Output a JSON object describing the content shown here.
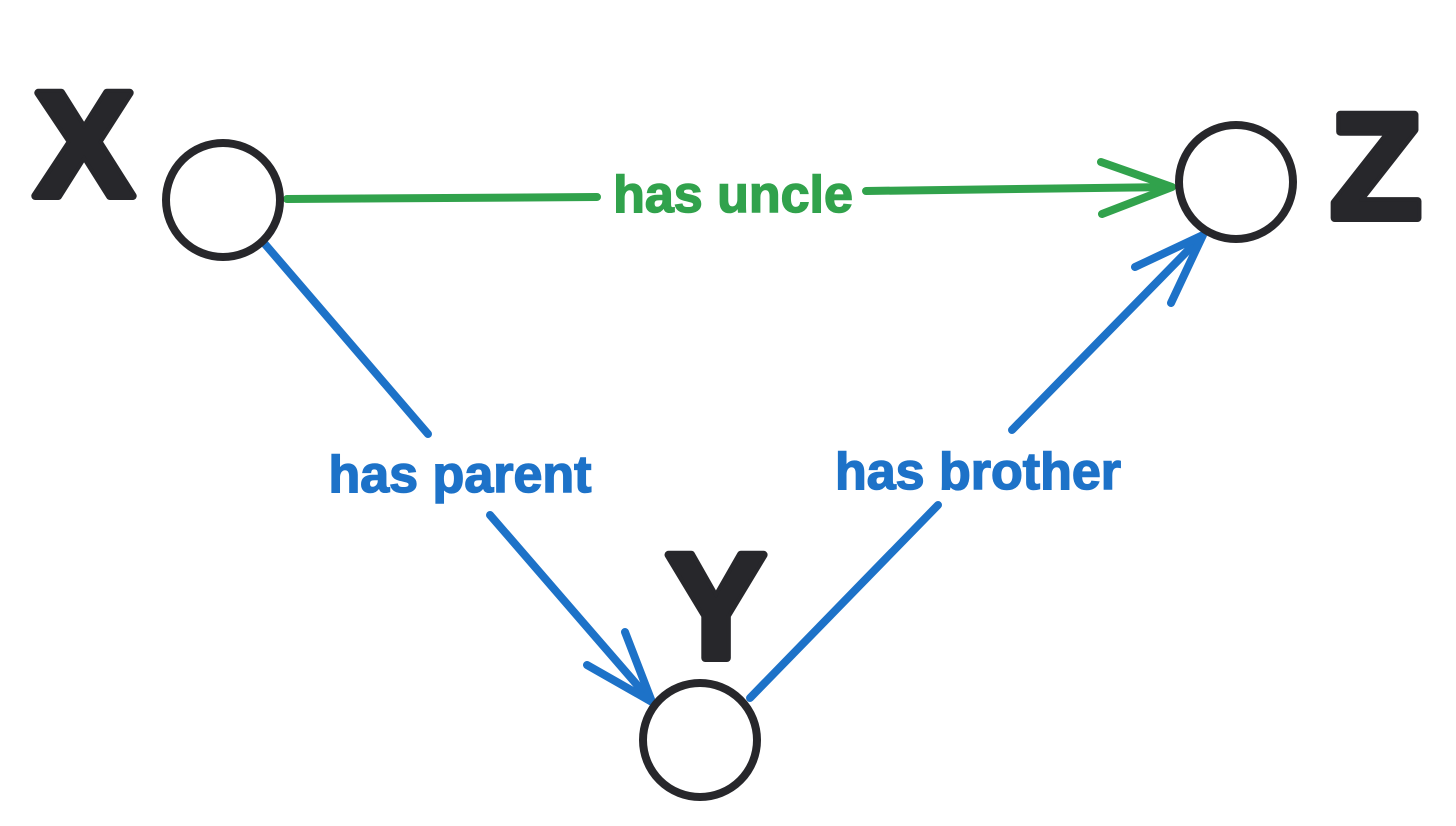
{
  "diagram": {
    "type": "relation-graph",
    "background": "#ffffff"
  },
  "colors": {
    "ink": "#27272b",
    "green": "#31a24c",
    "blue": "#1d72c8",
    "background": "#ffffff"
  },
  "nodes": [
    {
      "id": "X",
      "label": "X"
    },
    {
      "id": "Y",
      "label": "Y"
    },
    {
      "id": "Z",
      "label": "Z"
    }
  ],
  "edges": [
    {
      "id": "x-z",
      "from": "X",
      "to": "Z",
      "label": "has uncle",
      "color_key": "green"
    },
    {
      "id": "x-y",
      "from": "X",
      "to": "Y",
      "label": "has parent",
      "color_key": "blue"
    },
    {
      "id": "y-z",
      "from": "Y",
      "to": "Z",
      "label": "has brother",
      "color_key": "blue"
    }
  ]
}
